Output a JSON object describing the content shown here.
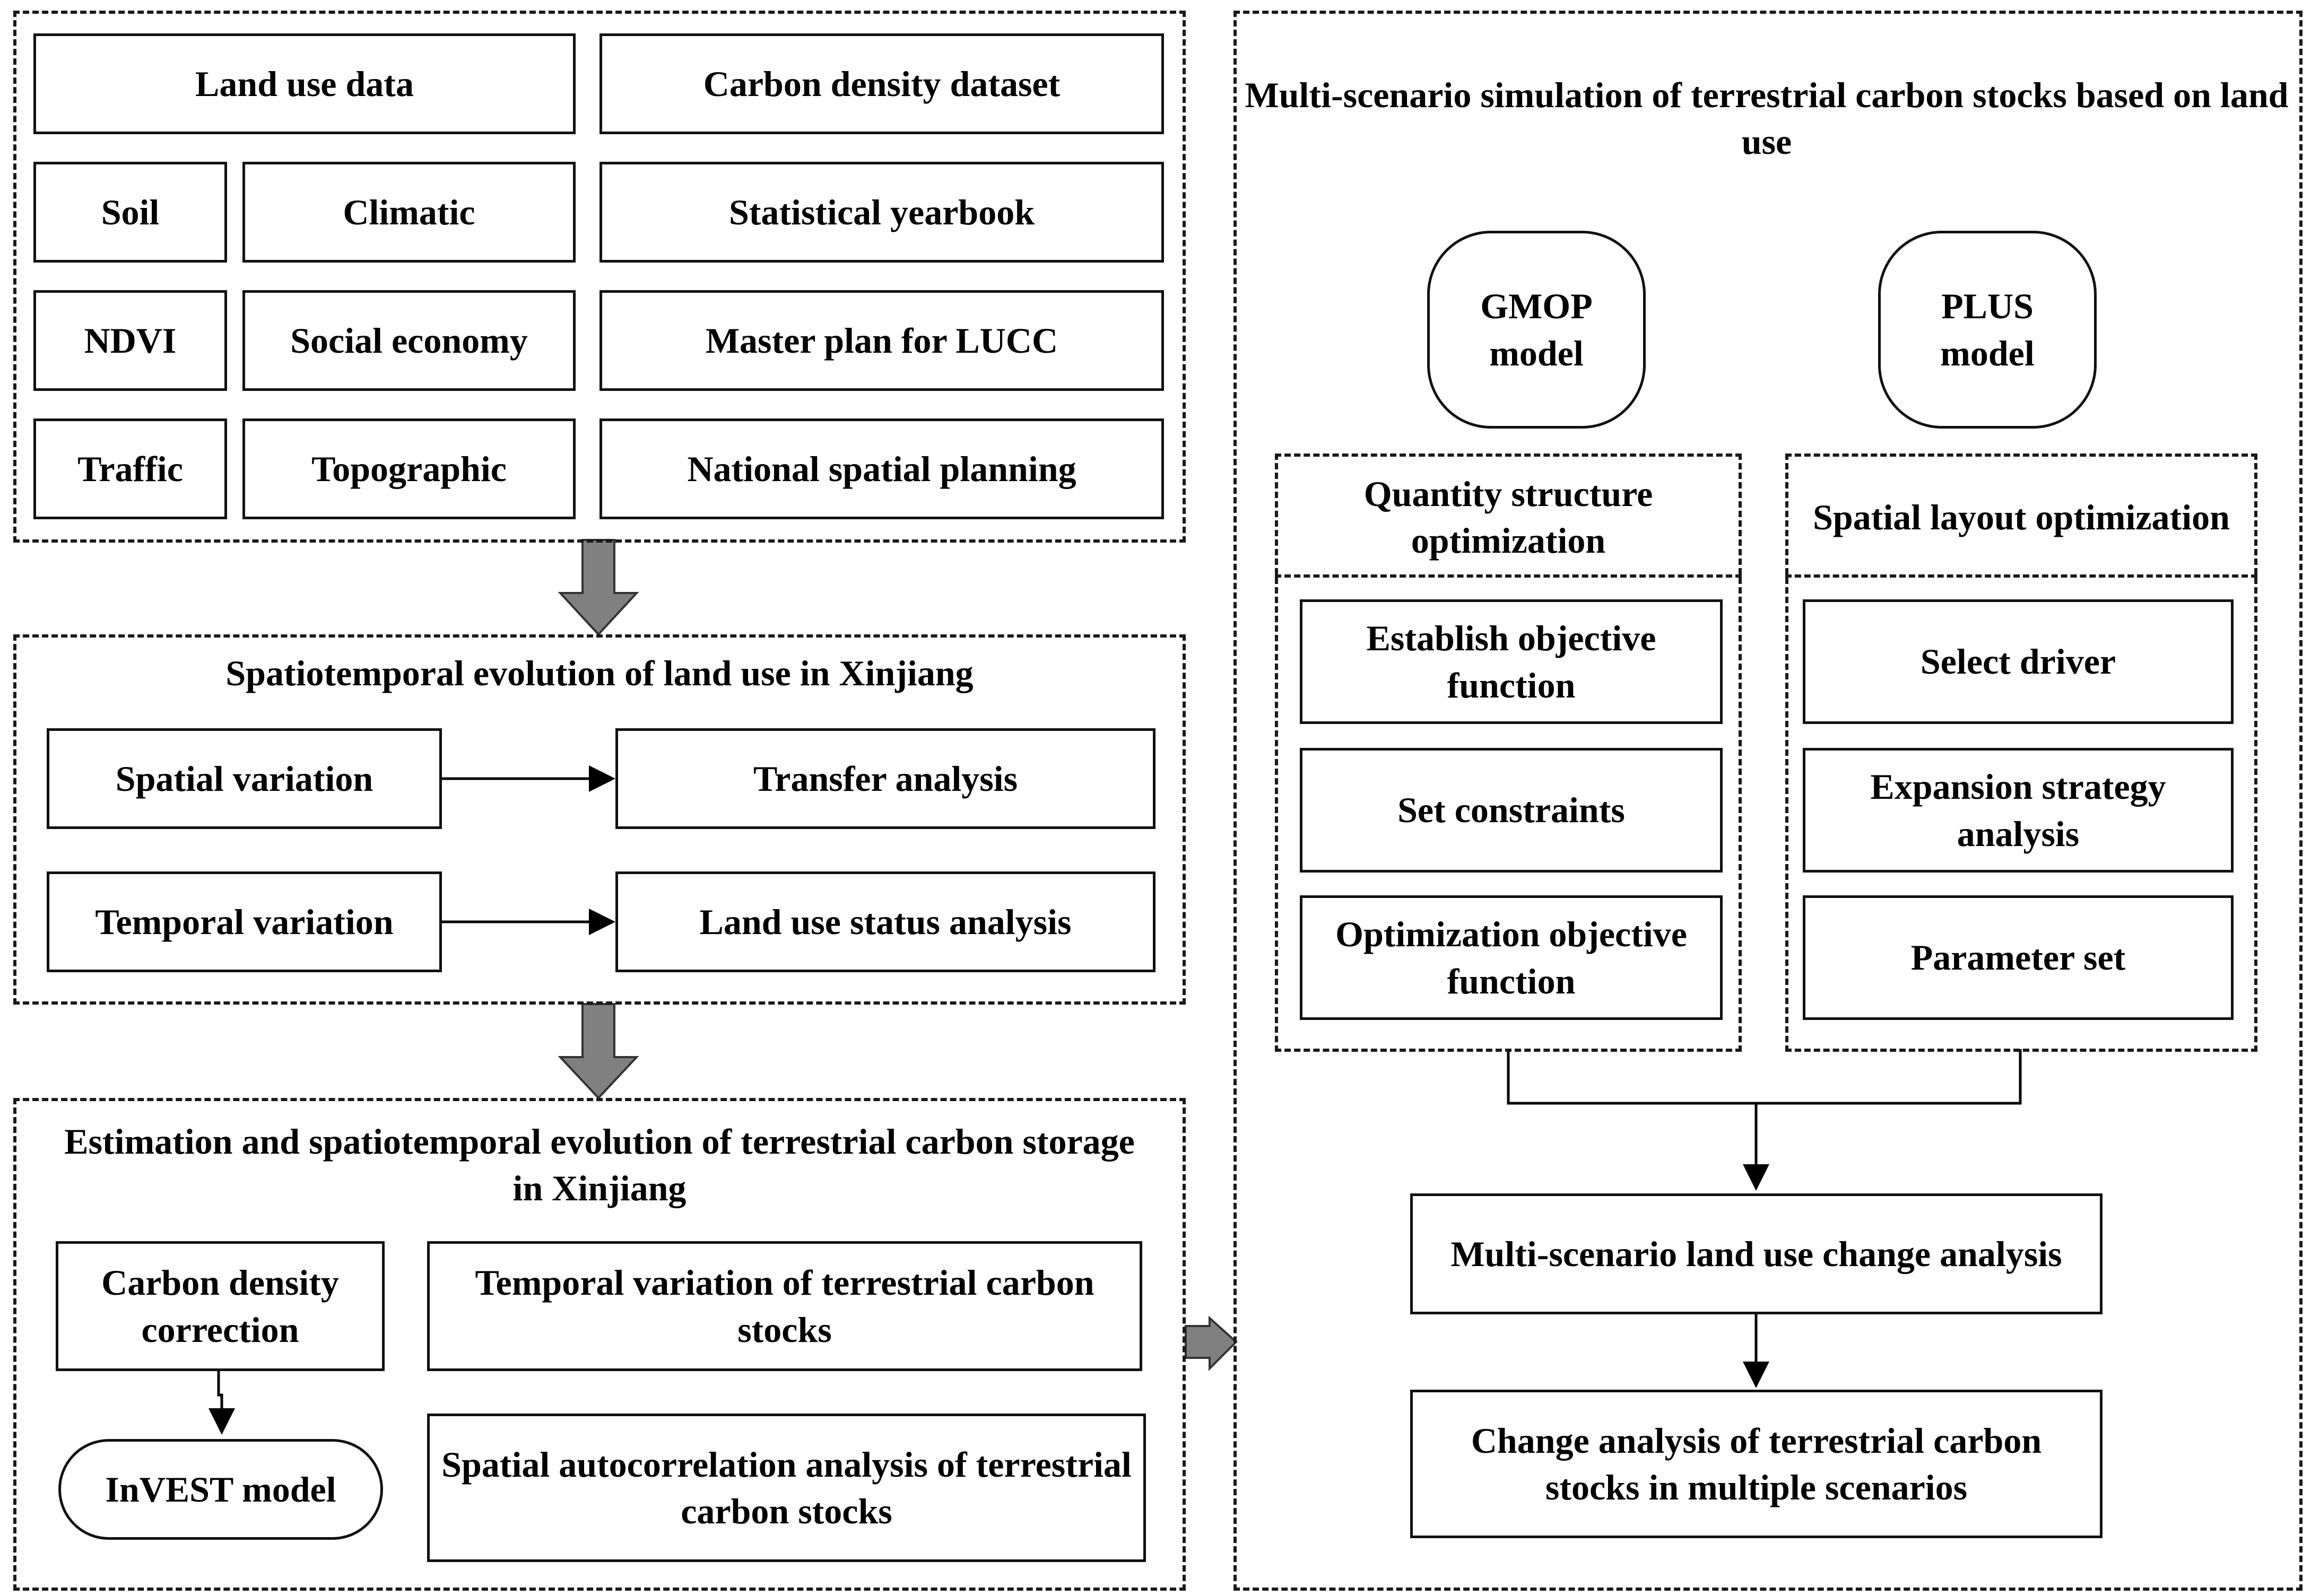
{
  "inputs": {
    "land_use_data": "Land use data",
    "carbon_density_dataset": "Carbon density dataset",
    "soil": "Soil",
    "climatic": "Climatic",
    "statistical_yearbook": "Statistical yearbook",
    "ndvi": "NDVI",
    "social_economy": "Social economy",
    "master_plan": "Master plan for LUCC",
    "traffic": "Traffic",
    "topographic": "Topographic",
    "national_spatial_planning": "National spatial planning"
  },
  "evolution": {
    "title": "Spatiotemporal evolution of land use in Xinjiang",
    "spatial_variation": "Spatial variation",
    "transfer_analysis": "Transfer analysis",
    "temporal_variation": "Temporal variation",
    "status_analysis": "Land use status analysis"
  },
  "carbon": {
    "title": "Estimation and spatiotemporal evolution of terrestrial carbon storage in Xinjiang",
    "density_correction": "Carbon density correction",
    "invest_model": "InVEST model",
    "temporal_stocks": "Temporal variation of terrestrial carbon stocks",
    "spatial_autocorrelation": "Spatial autocorrelation analysis of terrestrial carbon stocks"
  },
  "simulation": {
    "title": "Multi-scenario simulation of terrestrial carbon stocks based on land use",
    "gmop_model": "GMOP model",
    "plus_model": "PLUS model",
    "quantity_optimization": "Quantity structure optimization",
    "spatial_optimization": "Spatial layout optimization",
    "establish_objective": "Establish objective function",
    "set_constraints": "Set constraints",
    "optimization_objective": "Optimization objective function",
    "select_driver": "Select driver",
    "expansion_strategy": "Expansion strategy analysis",
    "parameter_set": "Parameter set",
    "land_use_change": "Multi-scenario land use change analysis",
    "carbon_change": "Change analysis of terrestrial carbon stocks in multiple scenarios"
  }
}
